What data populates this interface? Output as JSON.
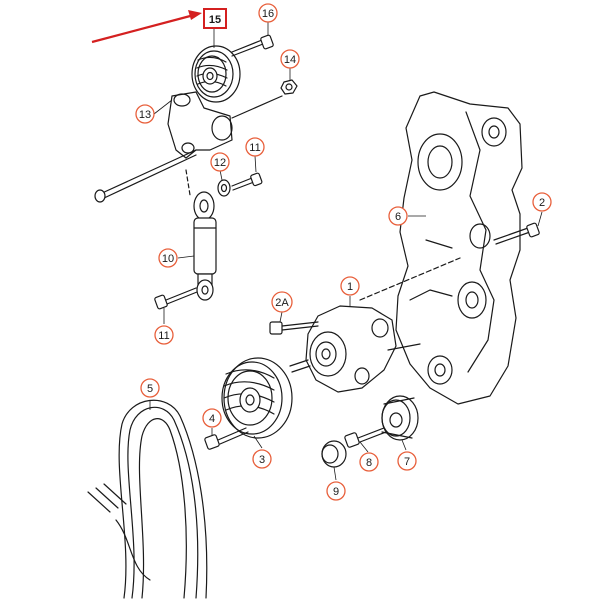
{
  "diagram": {
    "highlighted_part": "15",
    "callouts": [
      {
        "id": "c15",
        "label": "15",
        "boxed": true
      },
      {
        "id": "c16",
        "label": "16"
      },
      {
        "id": "c14",
        "label": "14"
      },
      {
        "id": "c13",
        "label": "13"
      },
      {
        "id": "c12",
        "label": "12"
      },
      {
        "id": "c11a",
        "label": "11"
      },
      {
        "id": "c10",
        "label": "10"
      },
      {
        "id": "c11b",
        "label": "11"
      },
      {
        "id": "c6",
        "label": "6"
      },
      {
        "id": "c2",
        "label": "2"
      },
      {
        "id": "c1",
        "label": "1"
      },
      {
        "id": "c2a",
        "label": "2A"
      },
      {
        "id": "c5",
        "label": "5"
      },
      {
        "id": "c4",
        "label": "4"
      },
      {
        "id": "c3",
        "label": "3"
      },
      {
        "id": "c8",
        "label": "8"
      },
      {
        "id": "c7",
        "label": "7"
      },
      {
        "id": "c9",
        "label": "9"
      }
    ],
    "colors": {
      "callout_ring": "#e8603c",
      "arrow": "#d42020",
      "highlight_box": "#d42020",
      "line_art": "#1a1a1a"
    }
  }
}
